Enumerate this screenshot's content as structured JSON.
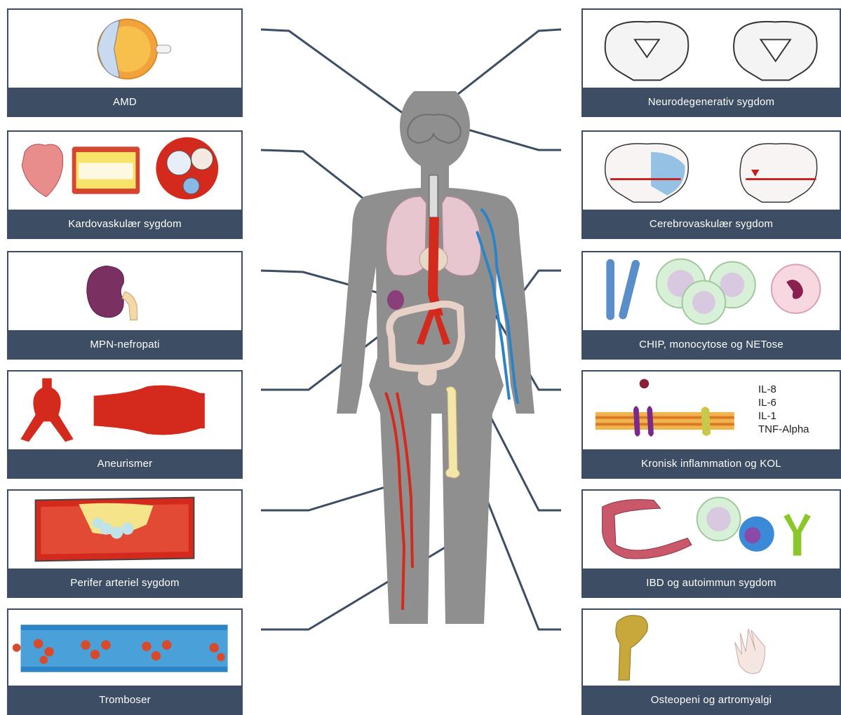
{
  "panels_left": [
    {
      "label": "AMD",
      "icon": "eye-icon"
    },
    {
      "label": "Kardovaskulær sygdom",
      "icon": "heart-artery-icon"
    },
    {
      "label": "MPN-nefropati",
      "icon": "kidney-icon"
    },
    {
      "label": "Aneurismer",
      "icon": "aneurysm-icon"
    },
    {
      "label": "Perifer arteriel sygdom",
      "icon": "plaque-artery-icon"
    },
    {
      "label": "Tromboser",
      "icon": "thrombus-vessel-icon"
    }
  ],
  "panels_right": [
    {
      "label": "Neurodegenerativ sygdom",
      "icon": "brain-section-icon"
    },
    {
      "label": "Cerebrovaskulær sygdom",
      "icon": "brain-vessels-icon"
    },
    {
      "label": "CHIP, monocytose og NETose",
      "icon": "blood-cells-icon"
    },
    {
      "label": "Kronisk inflammation og KOL",
      "icon": "membrane-cytokine-icon"
    },
    {
      "label": "IBD og autoimmun sygdom",
      "icon": "gut-immune-icon"
    },
    {
      "label": "Osteopeni og artromyalgi",
      "icon": "bone-hand-icon"
    }
  ],
  "cytokines": [
    "IL-8",
    "IL-6",
    "IL-1",
    "TNF-Alpha"
  ],
  "colors": {
    "caption_bg": "#3d4d63",
    "panel_border": "#3d4d63",
    "body_fill": "#8f8f8f",
    "artery": "#d42a1e",
    "vein": "#2a84c6",
    "lung": "#e7c6cf",
    "bone": "#f3e6a8"
  }
}
